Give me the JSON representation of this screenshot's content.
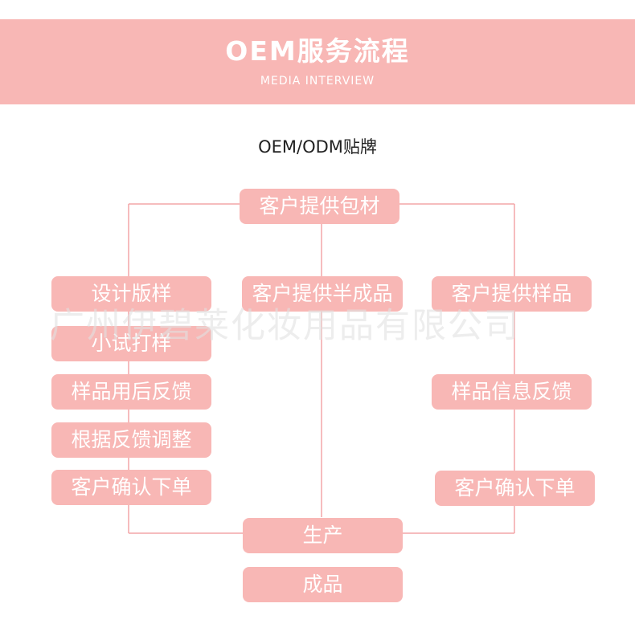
{
  "header": {
    "title": "OEM服务流程",
    "subtitle": "MEDIA INTERVIEW"
  },
  "diagram": {
    "heading": "OEM/ODM贴牌",
    "top": "客户提供包材",
    "left": [
      "设计版样",
      "小试打样",
      "样品用后反馈",
      "根据反馈调整",
      "客户确认下单"
    ],
    "middle": "客户提供半成品",
    "right": [
      "客户提供样品",
      "样品信息反馈",
      "客户确认下单"
    ],
    "production": "生产",
    "finished": "成品"
  },
  "watermark": "广州伊碧莱化妆用品有限公司",
  "colors": {
    "accent": "#f8b7b5",
    "text_on_accent": "#ffffff",
    "connector": "#f3a6a8"
  }
}
